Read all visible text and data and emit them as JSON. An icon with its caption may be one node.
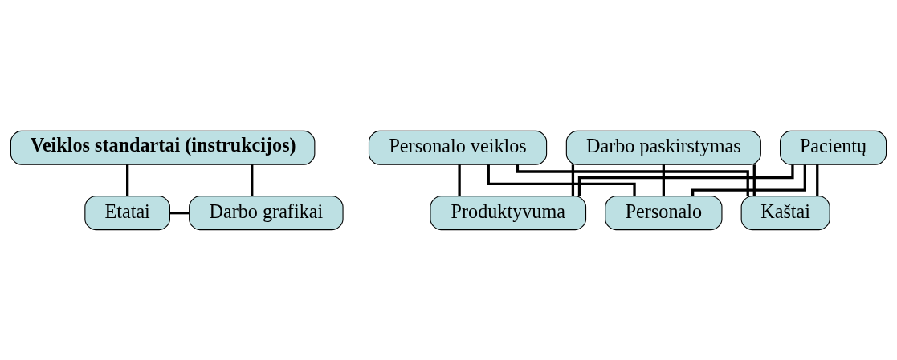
{
  "diagram": {
    "nodes": [
      {
        "text": [
          "Veiklos standartai (instrukcijos)"
        ]
      },
      {
        "text": [
          "Etatai"
        ]
      },
      {
        "text": [
          "Darbo grafikai"
        ]
      },
      {
        "text": [
          "Darbo paskirstymas"
        ]
      },
      {
        "text": [
          "Personalo veiklos"
        ]
      },
      {
        "text": [
          "Pacientų"
        ]
      },
      {
        "text": [
          "Kaštai"
        ]
      },
      {
        "text": [
          "Produktyvuma"
        ]
      },
      {
        "text": [
          "Personalo"
        ]
      }
    ],
    "edges": [
      {
        "from": 0,
        "to": 1,
        "arrow": "none"
      },
      {
        "from": 0,
        "to": 2,
        "arrow": "none"
      },
      {
        "from": 1,
        "to": 2,
        "arrow": "none"
      },
      {
        "from": 4,
        "to": 6,
        "arrow": "none"
      },
      {
        "from": 4,
        "to": 7,
        "arrow": "none"
      },
      {
        "from": 4,
        "to": 8,
        "arrow": "none"
      },
      {
        "from": 3,
        "to": 6,
        "arrow": "none"
      },
      {
        "from": 3,
        "to": 7,
        "arrow": "none"
      },
      {
        "from": 3,
        "to": 8,
        "arrow": "none"
      },
      {
        "from": 5,
        "to": 6,
        "arrow": "none"
      },
      {
        "from": 5,
        "to": 7,
        "arrow": "none"
      },
      {
        "from": 5,
        "to": 8,
        "arrow": "none"
      }
    ]
  }
}
